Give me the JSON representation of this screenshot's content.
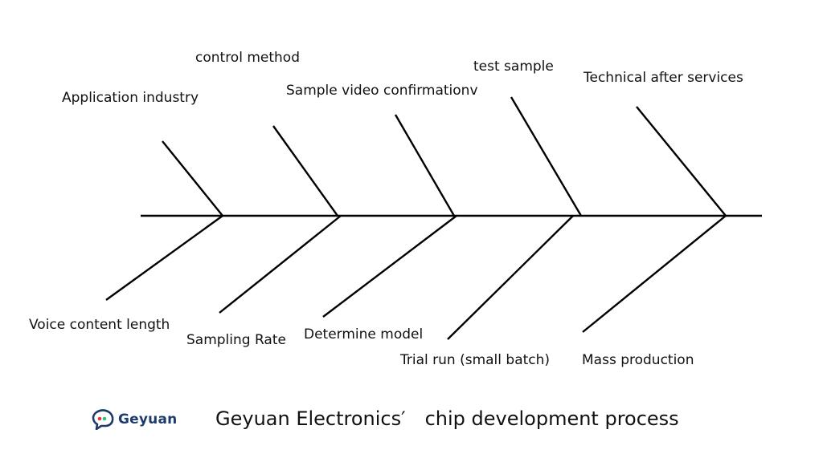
{
  "diagram": {
    "type": "fishbone",
    "upper_branches": [
      {
        "label": "Application industry"
      },
      {
        "label": "control method"
      },
      {
        "label": "Sample video confirmationv"
      },
      {
        "label": "test sample"
      },
      {
        "label": "Technical after services"
      }
    ],
    "lower_branches": [
      {
        "label": "Voice content length"
      },
      {
        "label": "Sampling Rate"
      },
      {
        "label": "Determine model"
      },
      {
        "label": "Trial run (small batch)"
      },
      {
        "label": "Mass production"
      }
    ]
  },
  "footer": {
    "logo_text": "Geyuan",
    "caption": "Geyuan Electronics′　chip development process"
  },
  "colors": {
    "line": "#000000",
    "text": "#111111",
    "logo_navy": "#1f3b6e",
    "logo_red": "#e0393e",
    "logo_green": "#2ec27e"
  }
}
